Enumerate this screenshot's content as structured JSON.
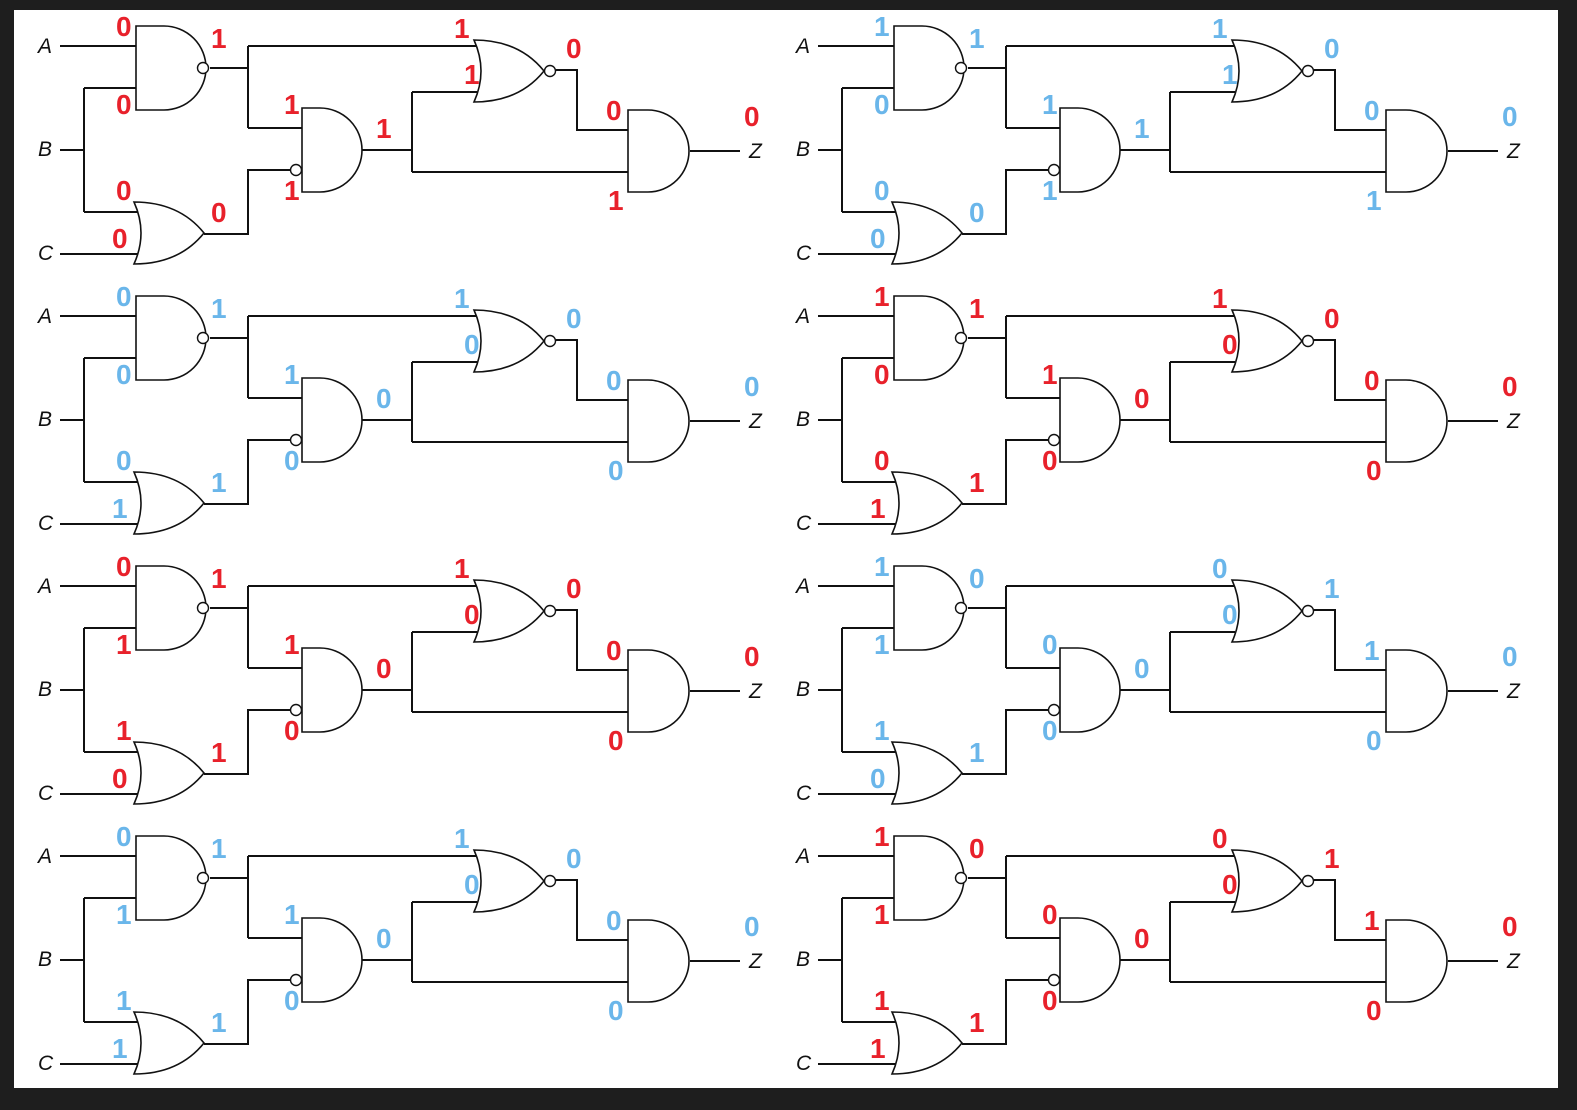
{
  "labels": {
    "a": "A",
    "b": "B",
    "c": "C",
    "z": "Z"
  },
  "colors": {
    "red": "#e8212b",
    "blue": "#6ab6ea",
    "background": "#1e1e1e",
    "sheet": "#ffffff",
    "ink": "#111111"
  },
  "circuits": [
    {
      "color": "red",
      "values": {
        "a": "0",
        "nand_b": "0",
        "or_b": "0",
        "c": "0",
        "nand_out": "1",
        "or_out": "0",
        "and_in1": "1",
        "and_in2": "1",
        "and_out": "1",
        "nor_in1": "1",
        "nor_in2": "1",
        "nor_out": "0",
        "fin_in1": "0",
        "fin_in2": "1",
        "z": "0"
      }
    },
    {
      "color": "blue",
      "values": {
        "a": "1",
        "nand_b": "0",
        "or_b": "0",
        "c": "0",
        "nand_out": "1",
        "or_out": "0",
        "and_in1": "1",
        "and_in2": "1",
        "and_out": "1",
        "nor_in1": "1",
        "nor_in2": "1",
        "nor_out": "0",
        "fin_in1": "0",
        "fin_in2": "1",
        "z": "0"
      }
    },
    {
      "color": "blue",
      "values": {
        "a": "0",
        "nand_b": "0",
        "or_b": "0",
        "c": "1",
        "nand_out": "1",
        "or_out": "1",
        "and_in1": "1",
        "and_in2": "0",
        "and_out": "0",
        "nor_in1": "1",
        "nor_in2": "0",
        "nor_out": "0",
        "fin_in1": "0",
        "fin_in2": "0",
        "z": "0"
      }
    },
    {
      "color": "red",
      "values": {
        "a": "1",
        "nand_b": "0",
        "or_b": "0",
        "c": "1",
        "nand_out": "1",
        "or_out": "1",
        "and_in1": "1",
        "and_in2": "0",
        "and_out": "0",
        "nor_in1": "1",
        "nor_in2": "0",
        "nor_out": "0",
        "fin_in1": "0",
        "fin_in2": "0",
        "z": "0"
      }
    },
    {
      "color": "red",
      "values": {
        "a": "0",
        "nand_b": "1",
        "or_b": "1",
        "c": "0",
        "nand_out": "1",
        "or_out": "1",
        "and_in1": "1",
        "and_in2": "0",
        "and_out": "0",
        "nor_in1": "1",
        "nor_in2": "0",
        "nor_out": "0",
        "fin_in1": "0",
        "fin_in2": "0",
        "z": "0"
      }
    },
    {
      "color": "blue",
      "values": {
        "a": "1",
        "nand_b": "1",
        "or_b": "1",
        "c": "0",
        "nand_out": "0",
        "or_out": "1",
        "and_in1": "0",
        "and_in2": "0",
        "and_out": "0",
        "nor_in1": "0",
        "nor_in2": "0",
        "nor_out": "1",
        "fin_in1": "1",
        "fin_in2": "0",
        "z": "0"
      }
    },
    {
      "color": "blue",
      "values": {
        "a": "0",
        "nand_b": "1",
        "or_b": "1",
        "c": "1",
        "nand_out": "1",
        "or_out": "1",
        "and_in1": "1",
        "and_in2": "0",
        "and_out": "0",
        "nor_in1": "1",
        "nor_in2": "0",
        "nor_out": "0",
        "fin_in1": "0",
        "fin_in2": "0",
        "z": "0"
      }
    },
    {
      "color": "red",
      "values": {
        "a": "1",
        "nand_b": "1",
        "or_b": "1",
        "c": "1",
        "nand_out": "0",
        "or_out": "1",
        "and_in1": "0",
        "and_in2": "0",
        "and_out": "0",
        "nor_in1": "0",
        "nor_in2": "0",
        "nor_out": "1",
        "fin_in1": "1",
        "fin_in2": "0",
        "z": "0"
      }
    }
  ]
}
